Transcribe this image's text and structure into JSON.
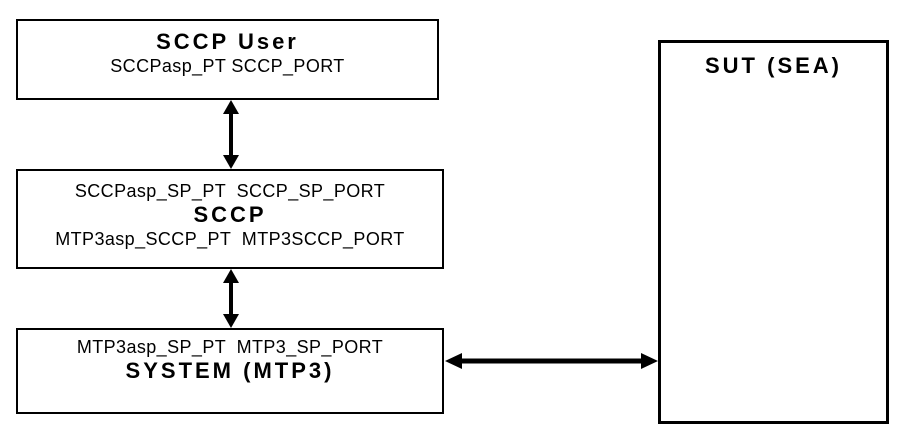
{
  "page": {
    "background": "#ffffff"
  },
  "colors": {
    "line": "#000000",
    "text": "#000000",
    "box_fill": "#ffffff"
  },
  "boxes": {
    "sccp_user": {
      "title": "SCCP User",
      "ports": "SCCPasp_PT SCCP_PORT"
    },
    "sccp": {
      "ports_top": "SCCPasp_SP_PT  SCCP_SP_PORT",
      "title": "SCCP",
      "ports_bottom": "MTP3asp_SCCP_PT  MTP3SCCP_PORT"
    },
    "system": {
      "ports": "MTP3asp_SP_PT  MTP3_SP_PORT",
      "title": "SYSTEM (MTP3)"
    },
    "sut": {
      "title": "SUT (SEA)"
    }
  },
  "connections": [
    {
      "name": "sccp-user-to-sccp",
      "type": "double-arrow-vertical"
    },
    {
      "name": "sccp-to-system",
      "type": "double-arrow-vertical"
    },
    {
      "name": "system-to-sut",
      "type": "double-arrow-horizontal"
    }
  ]
}
